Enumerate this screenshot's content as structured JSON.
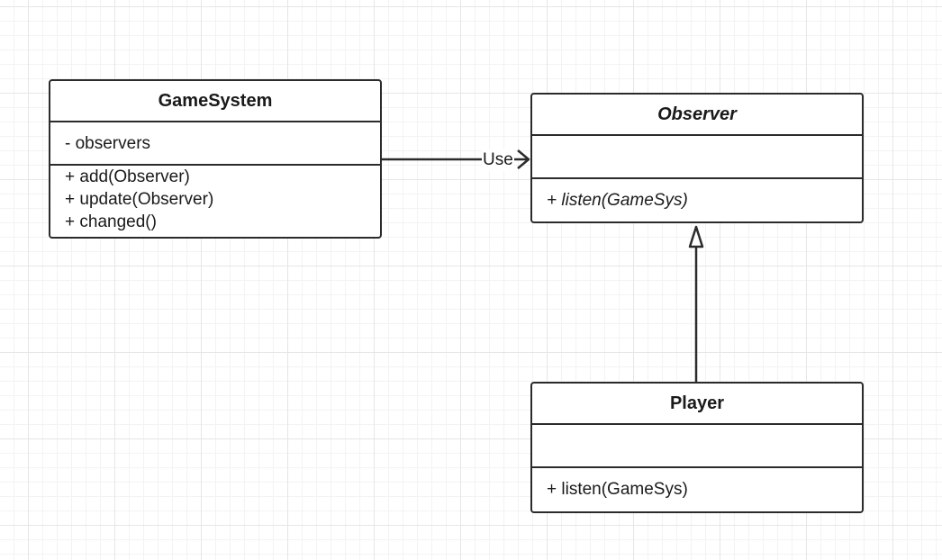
{
  "classes": {
    "gamesystem": {
      "name": "GameSystem",
      "attributes": [
        "- observers"
      ],
      "operations": [
        "+ add(Observer)",
        "+ update(Observer)",
        "+ changed()"
      ]
    },
    "observer": {
      "name": "Observer",
      "abstract": true,
      "attributes": [],
      "operations": [
        "+ listen(GameSys)"
      ]
    },
    "player": {
      "name": "Player",
      "attributes": [],
      "operations": [
        "+ listen(GameSys)"
      ]
    }
  },
  "relations": {
    "use": {
      "from": "GameSystem",
      "to": "Observer",
      "type": "dependency",
      "label": "Use"
    },
    "inherit": {
      "from": "Player",
      "to": "Observer",
      "type": "generalization"
    }
  },
  "colors": {
    "stroke": "#2b2b2b",
    "grid_major": "#e6e6e6",
    "grid_minor": "#f3f3f3",
    "background": "#ffffff"
  }
}
